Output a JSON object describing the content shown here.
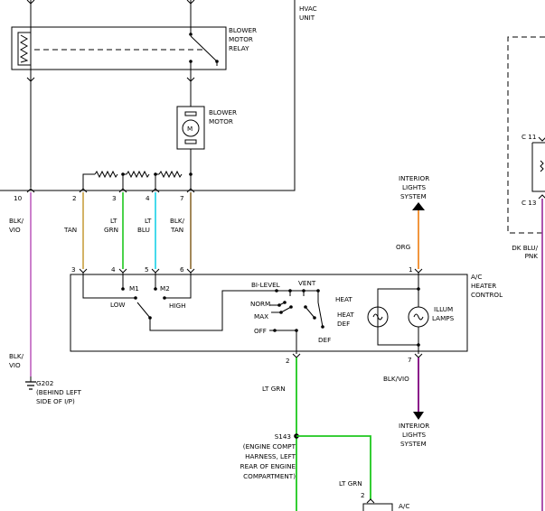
{
  "labels": {
    "hvac_unit": [
      "HVAC",
      "UNIT"
    ],
    "blower_motor_relay": [
      "BLOWER",
      "MOTOR",
      "RELAY"
    ],
    "blower_motor": [
      "BLOWER",
      "MOTOR"
    ],
    "interior_lights_system_top": [
      "INTERIOR",
      "LIGHTS",
      "SYSTEM"
    ],
    "interior_lights_system_bottom": [
      "INTERIOR",
      "LIGHTS",
      "SYSTEM"
    ],
    "ac_heater_control": [
      "A/C",
      "HEATER",
      "CONTROL"
    ],
    "illum_lamps": [
      "ILLUM",
      "LAMPS"
    ],
    "g202": [
      "G202",
      "(BEHIND LEFT",
      "SIDE OF I/P)"
    ],
    "s143": [
      "S143",
      "(ENGINE COMPT",
      "HARNESS, LEFT",
      "REAR OF ENGINE",
      "COMPARTMENT)"
    ],
    "c11": "C 11",
    "c13": "C 13",
    "ac_bottom": "A/C",
    "motor_symbol": "M"
  },
  "wires": {
    "blk_vio_top": [
      "BLK/",
      "VIO"
    ],
    "blk_vio_bottom": [
      "BLK/",
      "VIO"
    ],
    "tan": "TAN",
    "lt_grn_1": [
      "LT",
      "GRN"
    ],
    "lt_blu": [
      "LT",
      "BLU"
    ],
    "blk_tan": [
      "BLK/",
      "TAN"
    ],
    "org": "ORG",
    "blk_vio_right": "BLK/VIO",
    "lt_grn_2": "LT GRN",
    "lt_grn_3": "LT GRN",
    "dk_blu_pnk": [
      "DK BLU/",
      "PNK"
    ]
  },
  "pins": {
    "hvac": [
      "10",
      "2",
      "3",
      "4",
      "7"
    ],
    "control_top": [
      "3",
      "4",
      "5",
      "6"
    ],
    "control_right_top": "1",
    "control_right_bottom": "7",
    "control_bottom": "2",
    "bottom_connector": "2"
  },
  "switch_positions": {
    "m1": "M1",
    "m2": "M2",
    "low": "LOW",
    "high": "HIGH",
    "bi_level": "BI-LEVEL",
    "vent": "VENT",
    "heat": "HEAT",
    "norm": "NORM",
    "max": "MAX",
    "heat_def": [
      "HEAT",
      "DEF"
    ],
    "off": "OFF",
    "def": "DEF"
  },
  "colors": {
    "tan": "#c8a040",
    "lt_grn": "#1ec81e",
    "lt_blu": "#18d0e8",
    "blk_tan": "#8a6a30",
    "org": "#f08a28",
    "blk_vio": "#8a1a8a",
    "vio_thin": "#c060c0",
    "dk_blu_pnk": "#9a2a9a"
  }
}
